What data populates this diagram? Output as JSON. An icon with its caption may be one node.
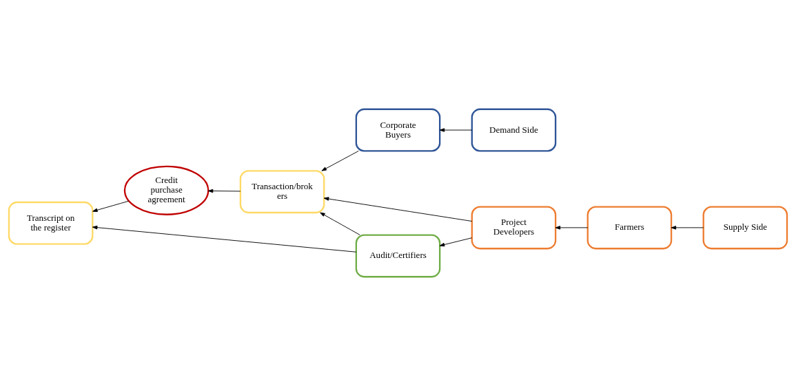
{
  "diagram": {
    "nodes": [
      {
        "text": [
          "Project Developers"
        ]
      },
      {
        "text": [
          "Farmers"
        ]
      },
      {
        "text": [
          "Supply Side"
        ]
      },
      {
        "text": [
          "Credit purchase agreement"
        ]
      },
      {
        "text": [
          "Transaction/brok ers"
        ]
      },
      {
        "text": [
          "Audit/Certifiers"
        ]
      },
      {
        "text": [
          "Corporate Buyers"
        ]
      },
      {
        "text": [
          "Transcript on the register"
        ]
      },
      {
        "text": [
          "Demand Side"
        ]
      }
    ],
    "edges": [
      {
        "from": 1,
        "to": 0,
        "arrow": "to"
      },
      {
        "from": 2,
        "to": 1,
        "arrow": "to"
      },
      {
        "from": 0,
        "to": 4,
        "arrow": "to"
      },
      {
        "from": 0,
        "to": 5,
        "arrow": "to"
      },
      {
        "from": 4,
        "to": 3,
        "arrow": "to"
      },
      {
        "from": 5,
        "to": 4,
        "arrow": "to"
      },
      {
        "from": 5,
        "to": 7,
        "arrow": "to"
      },
      {
        "from": 6,
        "to": 4,
        "arrow": "to"
      },
      {
        "from": 8,
        "to": 6,
        "arrow": "to"
      },
      {
        "from": 3,
        "to": 7,
        "arrow": "to"
      }
    ]
  }
}
